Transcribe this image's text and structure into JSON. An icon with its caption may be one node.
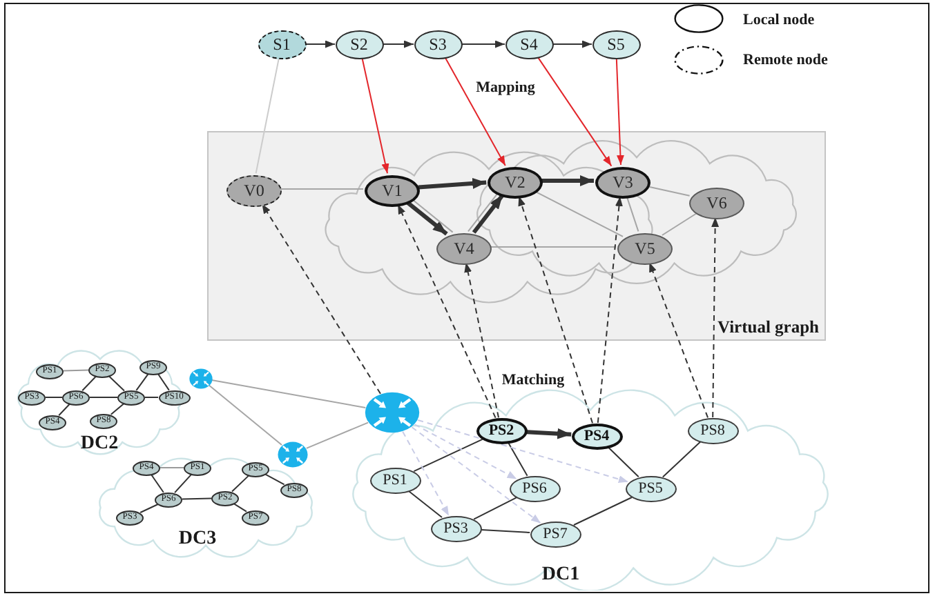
{
  "diagram": {
    "nodes": [
      {
        "text": [
          "S1"
        ]
      },
      {
        "text": [
          "S2"
        ]
      },
      {
        "text": [
          "S3"
        ]
      },
      {
        "text": [
          "S4"
        ]
      },
      {
        "text": [
          "S5"
        ]
      },
      {
        "text": [
          "Virtual graph"
        ]
      },
      {
        "text": [
          "V0"
        ],
        "in": 5
      },
      {
        "text": [
          "V1"
        ],
        "in": 5
      },
      {
        "text": [
          "V2"
        ],
        "in": 5
      },
      {
        "text": [
          "V3"
        ],
        "in": 5
      },
      {
        "text": [
          "V6"
        ],
        "in": 5
      },
      {
        "text": [
          "V4"
        ],
        "in": 5
      },
      {
        "text": [
          "V5"
        ],
        "in": 5
      },
      {
        "text": [
          "DC2"
        ]
      },
      {
        "text": [
          "PS1"
        ],
        "in": 13
      },
      {
        "text": [
          "PS2"
        ],
        "in": 13
      },
      {
        "text": [
          "PS9"
        ],
        "in": 13
      },
      {
        "text": [
          "PS3"
        ],
        "in": 13
      },
      {
        "text": [
          "PS6"
        ],
        "in": 13
      },
      {
        "text": [
          "PS5"
        ],
        "in": 13
      },
      {
        "text": [
          "PS10"
        ],
        "in": 13
      },
      {
        "text": [
          "PS4"
        ],
        "in": 13
      },
      {
        "text": [
          "PS8"
        ],
        "in": 13
      },
      {
        "text": [],
        "shape": "circle"
      },
      {
        "text": [
          "DC1"
        ]
      },
      {
        "text": [],
        "shape": "circle",
        "in": 24
      },
      {
        "text": [
          "PS2"
        ],
        "in": 24
      },
      {
        "text": [
          "PS4"
        ],
        "in": 24
      },
      {
        "text": [
          "PS8"
        ],
        "in": 24
      },
      {
        "text": [
          "PS1"
        ],
        "in": 24
      },
      {
        "text": [
          "PS6"
        ],
        "in": 24
      },
      {
        "text": [
          "PS5"
        ],
        "in": 24
      },
      {
        "text": [
          "PS3"
        ],
        "in": 24
      },
      {
        "text": [
          "PS7"
        ],
        "in": 24
      },
      {
        "text": [],
        "shape": "circle"
      },
      {
        "text": [
          "DC3"
        ]
      },
      {
        "text": [
          "PS4"
        ],
        "in": 35
      },
      {
        "text": [
          "PS1"
        ],
        "in": 35
      },
      {
        "text": [
          "PS5"
        ],
        "in": 35
      },
      {
        "text": [
          "PS8"
        ],
        "in": 35
      },
      {
        "text": [
          "PS6"
        ],
        "in": 35
      },
      {
        "text": [
          "PS2"
        ],
        "in": 35
      },
      {
        "text": [
          "PS3"
        ],
        "in": 35
      },
      {
        "text": [
          "PS7"
        ],
        "in": 35
      }
    ],
    "edges": [
      {
        "from": 0,
        "to": 1,
        "arrow": "to"
      },
      {
        "from": 1,
        "to": 2,
        "arrow": "to"
      },
      {
        "from": 2,
        "to": 3,
        "arrow": "to"
      },
      {
        "from": 3,
        "to": 4,
        "arrow": "to"
      },
      {
        "from": 1,
        "to": 7,
        "arrow": "to",
        "color": "#e3262b"
      },
      {
        "from": 2,
        "to": 8,
        "arrow": "to",
        "color": "#e3262b"
      },
      {
        "from": 3,
        "to": 9,
        "arrow": "to",
        "color": "#e3262b"
      },
      {
        "from": 4,
        "to": 9,
        "arrow": "to",
        "color": "#e3262b"
      },
      {
        "from": 0,
        "to": 6,
        "arrow": "none",
        "color": "#cccccc"
      },
      {
        "from": 6,
        "to": 7,
        "arrow": "none",
        "color": "#a6a6a6"
      },
      {
        "from": 7,
        "to": 8,
        "arrow": "to",
        "style": "thick"
      },
      {
        "from": 8,
        "to": 9,
        "arrow": "to",
        "style": "thick"
      },
      {
        "from": 7,
        "to": 11,
        "arrow": "to",
        "style": "thick"
      },
      {
        "from": 11,
        "to": 8,
        "arrow": "to",
        "style": "thick"
      },
      {
        "from": 7,
        "to": 11,
        "arrow": "none",
        "color": "#a6a6a6"
      },
      {
        "from": 11,
        "to": 8,
        "arrow": "none",
        "color": "#a6a6a6"
      },
      {
        "from": 8,
        "to": 12,
        "arrow": "none",
        "color": "#a6a6a6"
      },
      {
        "from": 9,
        "to": 12,
        "arrow": "none",
        "color": "#a6a6a6"
      },
      {
        "from": 9,
        "to": 10,
        "arrow": "none",
        "color": "#a6a6a6"
      },
      {
        "from": 11,
        "to": 12,
        "arrow": "none",
        "color": "#a6a6a6"
      },
      {
        "from": 12,
        "to": 10,
        "arrow": "none",
        "color": "#a6a6a6"
      },
      {
        "from": 25,
        "to": 6,
        "arrow": "to",
        "style": "dashed"
      },
      {
        "from": 26,
        "to": 7,
        "arrow": "to",
        "style": "dashed"
      },
      {
        "from": 26,
        "to": 11,
        "arrow": "to",
        "style": "dashed"
      },
      {
        "from": 27,
        "to": 8,
        "arrow": "to",
        "style": "dashed"
      },
      {
        "from": 27,
        "to": 9,
        "arrow": "to",
        "style": "dashed"
      },
      {
        "from": 28,
        "to": 12,
        "arrow": "to",
        "style": "dashed"
      },
      {
        "from": 28,
        "to": 10,
        "arrow": "to",
        "style": "dashed"
      },
      {
        "from": 26,
        "to": 27,
        "arrow": "to",
        "style": "thick"
      },
      {
        "from": 29,
        "to": 26,
        "arrow": "none"
      },
      {
        "from": 29,
        "to": 32,
        "arrow": "none"
      },
      {
        "from": 26,
        "to": 30,
        "arrow": "none"
      },
      {
        "from": 32,
        "to": 30,
        "arrow": "none"
      },
      {
        "from": 32,
        "to": 33,
        "arrow": "none"
      },
      {
        "from": 33,
        "to": 31,
        "arrow": "none"
      },
      {
        "from": 31,
        "to": 27,
        "arrow": "none"
      },
      {
        "from": 31,
        "to": 28,
        "arrow": "none"
      },
      {
        "from": 25,
        "to": 32,
        "arrow": "to",
        "style": "dashed",
        "color": "#c9cce6"
      },
      {
        "from": 25,
        "to": 30,
        "arrow": "to",
        "style": "dashed",
        "color": "#c9cce6"
      },
      {
        "from": 25,
        "to": 33,
        "arrow": "to",
        "style": "dashed",
        "color": "#c9cce6"
      },
      {
        "from": 25,
        "to": 31,
        "arrow": "to",
        "style": "dashed",
        "color": "#c9cce6"
      },
      {
        "from": 23,
        "to": 25,
        "arrow": "none",
        "color": "#a6a6a6"
      },
      {
        "from": 23,
        "to": 34,
        "arrow": "none",
        "color": "#a6a6a6"
      },
      {
        "from": 34,
        "to": 25,
        "arrow": "none",
        "color": "#a6a6a6"
      },
      {
        "from": 14,
        "to": 15,
        "arrow": "none",
        "color": "#9a9a9a"
      },
      {
        "from": 15,
        "to": 18,
        "arrow": "none"
      },
      {
        "from": 15,
        "to": 19,
        "arrow": "none"
      },
      {
        "from": 16,
        "to": 19,
        "arrow": "none"
      },
      {
        "from": 16,
        "to": 20,
        "arrow": "none"
      },
      {
        "from": 17,
        "to": 18,
        "arrow": "none"
      },
      {
        "from": 18,
        "to": 19,
        "arrow": "none"
      },
      {
        "from": 19,
        "to": 20,
        "arrow": "none"
      },
      {
        "from": 18,
        "to": 21,
        "arrow": "none"
      },
      {
        "from": 19,
        "to": 22,
        "arrow": "none"
      },
      {
        "from": 36,
        "to": 37,
        "arrow": "none",
        "color": "#9a9a9a"
      },
      {
        "from": 37,
        "to": 40,
        "arrow": "none"
      },
      {
        "from": 36,
        "to": 40,
        "arrow": "none"
      },
      {
        "from": 40,
        "to": 41,
        "arrow": "none"
      },
      {
        "from": 40,
        "to": 42,
        "arrow": "none"
      },
      {
        "from": 41,
        "to": 38,
        "arrow": "none"
      },
      {
        "from": 41,
        "to": 43,
        "arrow": "none"
      },
      {
        "from": 38,
        "to": 39,
        "arrow": "none"
      }
    ],
    "labels": [
      "Mapping",
      "Matching"
    ],
    "legend": [
      {
        "text": "Local node"
      },
      {
        "text": "Remote node"
      }
    ]
  }
}
